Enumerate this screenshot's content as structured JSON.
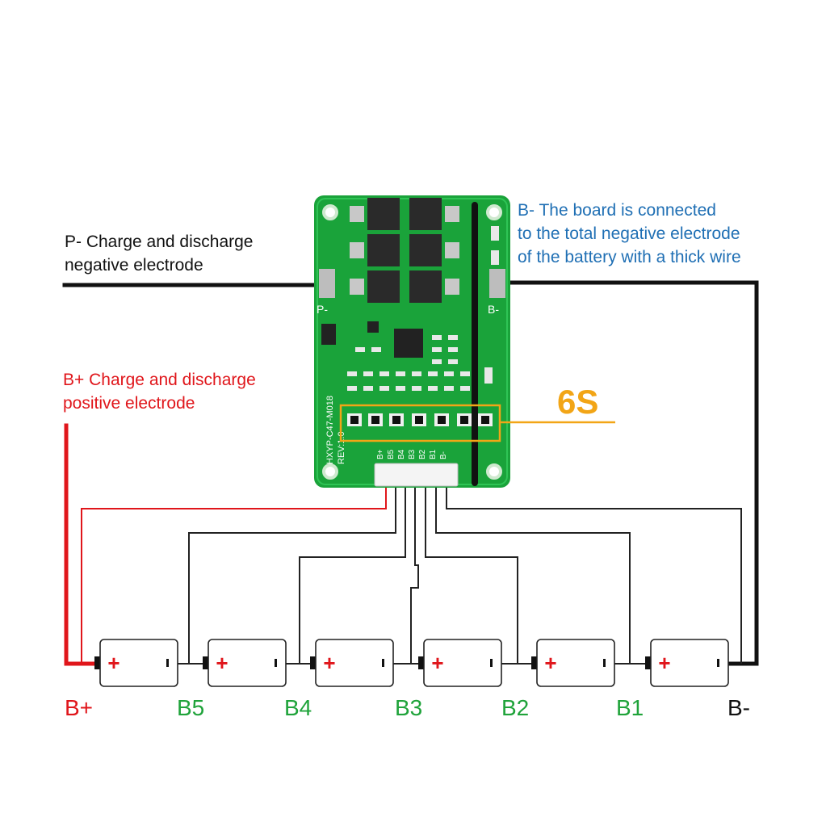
{
  "annotations": {
    "p_minus": {
      "lines": [
        "P- Charge and discharge",
        "negative electrode"
      ],
      "color": "#111111"
    },
    "b_plus": {
      "lines": [
        "B+ Charge and discharge",
        "positive electrode"
      ],
      "color": "#e0161b"
    },
    "b_minus": {
      "lines": [
        "B- The board is connected",
        "to the total negative electrode",
        "of the battery with a thick wire"
      ],
      "color": "#1f6fb4"
    }
  },
  "series_badge": {
    "text": "6S",
    "color": "#f2a516"
  },
  "board": {
    "color": "#1aa33a",
    "model": "HXYP-C47-M018",
    "rev": "REV:1.0",
    "pad_left": "P-",
    "pad_right": "B-",
    "connector_pins": [
      "B+",
      "B5",
      "B4",
      "B3",
      "B2",
      "B1",
      "B-"
    ]
  },
  "cells": {
    "count": 6,
    "plus_symbol": "+",
    "plus_color": "#e0161b"
  },
  "terminals": [
    {
      "label": "B+",
      "color": "#e0161b"
    },
    {
      "label": "B5",
      "color": "#1fa33a"
    },
    {
      "label": "B4",
      "color": "#1fa33a"
    },
    {
      "label": "B3",
      "color": "#1fa33a"
    },
    {
      "label": "B2",
      "color": "#1fa33a"
    },
    {
      "label": "B1",
      "color": "#1fa33a"
    },
    {
      "label": "B-",
      "color": "#111111"
    }
  ]
}
